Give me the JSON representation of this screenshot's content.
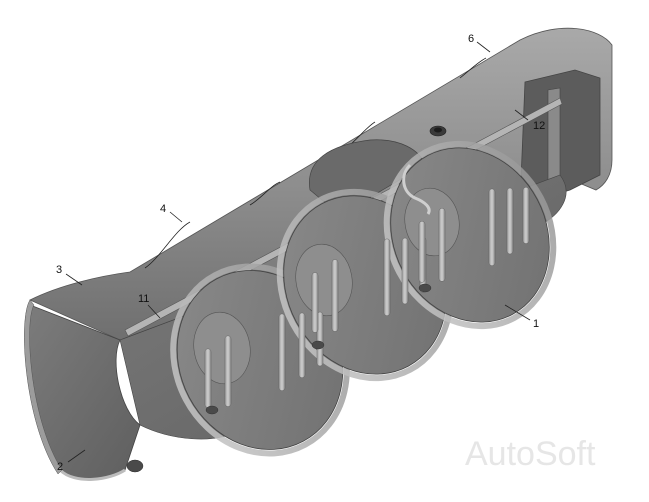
{
  "diagram": {
    "callouts": [
      {
        "id": "c1",
        "label": "1"
      },
      {
        "id": "c2",
        "label": "2"
      },
      {
        "id": "c3",
        "label": "3"
      },
      {
        "id": "c4",
        "label": "4"
      },
      {
        "id": "c6",
        "label": "6"
      },
      {
        "id": "c11",
        "label": "11"
      },
      {
        "id": "c12",
        "label": "12"
      }
    ],
    "watermark": "AutoSoft"
  }
}
